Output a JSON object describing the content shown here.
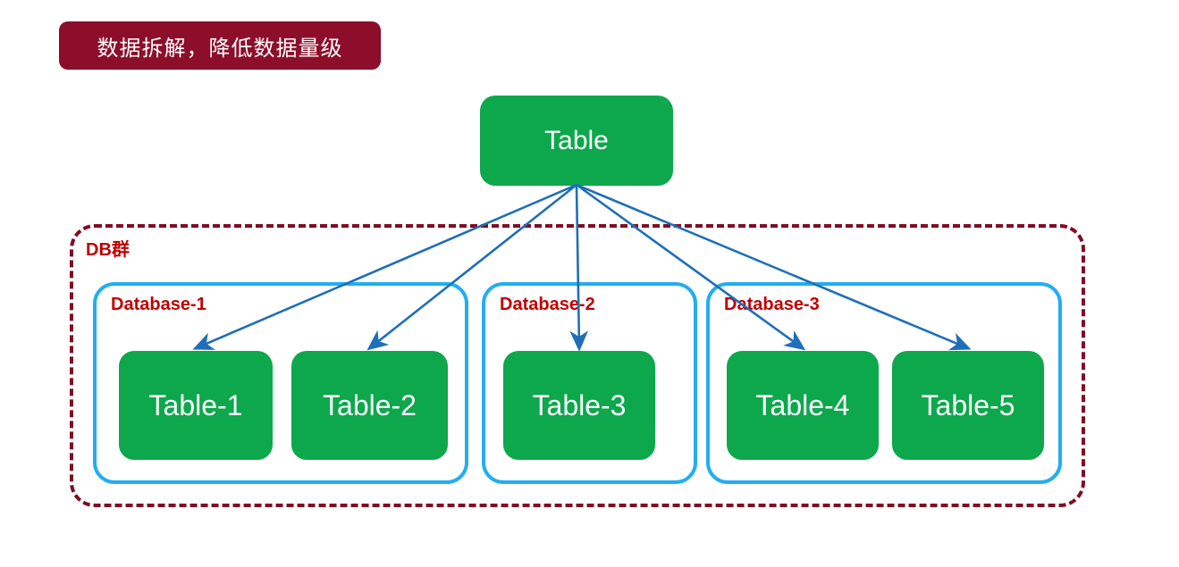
{
  "banner": {
    "text": "数据拆解，降低数据量级"
  },
  "root_node": {
    "id": "table",
    "label": "Table"
  },
  "cluster": {
    "label": "DB群",
    "databases": [
      {
        "id": "db1",
        "label": "Database-1",
        "tables": [
          {
            "id": "t1",
            "label": "Table-1"
          },
          {
            "id": "t2",
            "label": "Table-2"
          }
        ]
      },
      {
        "id": "db2",
        "label": "Database-2",
        "tables": [
          {
            "id": "t3",
            "label": "Table-3"
          }
        ]
      },
      {
        "id": "db3",
        "label": "Database-3",
        "tables": [
          {
            "id": "t4",
            "label": "Table-4"
          },
          {
            "id": "t5",
            "label": "Table-5"
          }
        ]
      }
    ]
  },
  "edges": [
    {
      "from": "table",
      "to": "t1"
    },
    {
      "from": "table",
      "to": "t2"
    },
    {
      "from": "table",
      "to": "t3"
    },
    {
      "from": "table",
      "to": "t4"
    },
    {
      "from": "table",
      "to": "t5"
    }
  ],
  "colors": {
    "node_green": "#0DA84C",
    "db_border": "#22AEF0",
    "arrow": "#1F6FB8",
    "label_red": "#C00000",
    "cluster_border": "#800D24",
    "banner_bg": "#8C0E2A"
  }
}
